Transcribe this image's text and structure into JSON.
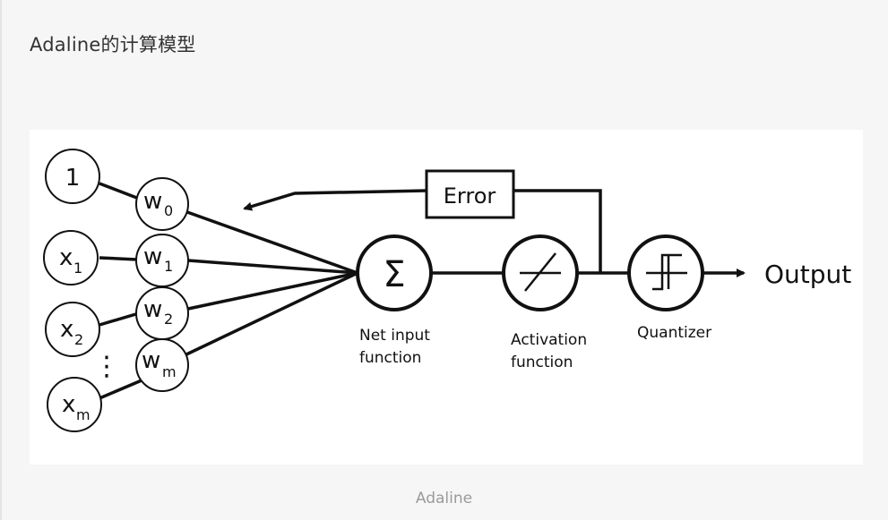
{
  "page": {
    "title": "Adaline的计算模型",
    "caption": "Adaline"
  },
  "diagram": {
    "inputs": [
      {
        "main": "1",
        "sub": ""
      },
      {
        "main": "x",
        "sub": "1"
      },
      {
        "main": "x",
        "sub": "2"
      },
      {
        "main": "x",
        "sub": "m"
      }
    ],
    "weights": [
      {
        "main": "w",
        "sub": "0"
      },
      {
        "main": "w",
        "sub": "1"
      },
      {
        "main": "w",
        "sub": "2"
      },
      {
        "main": "w",
        "sub": "m"
      }
    ],
    "ellipsis": "⋮",
    "sum_symbol": "Σ",
    "net_input_label": [
      "Net input",
      "function"
    ],
    "activation_label": [
      "Activation",
      "function"
    ],
    "quantizer_label": "Quantizer",
    "error_label": "Error",
    "output_label": "Output"
  }
}
